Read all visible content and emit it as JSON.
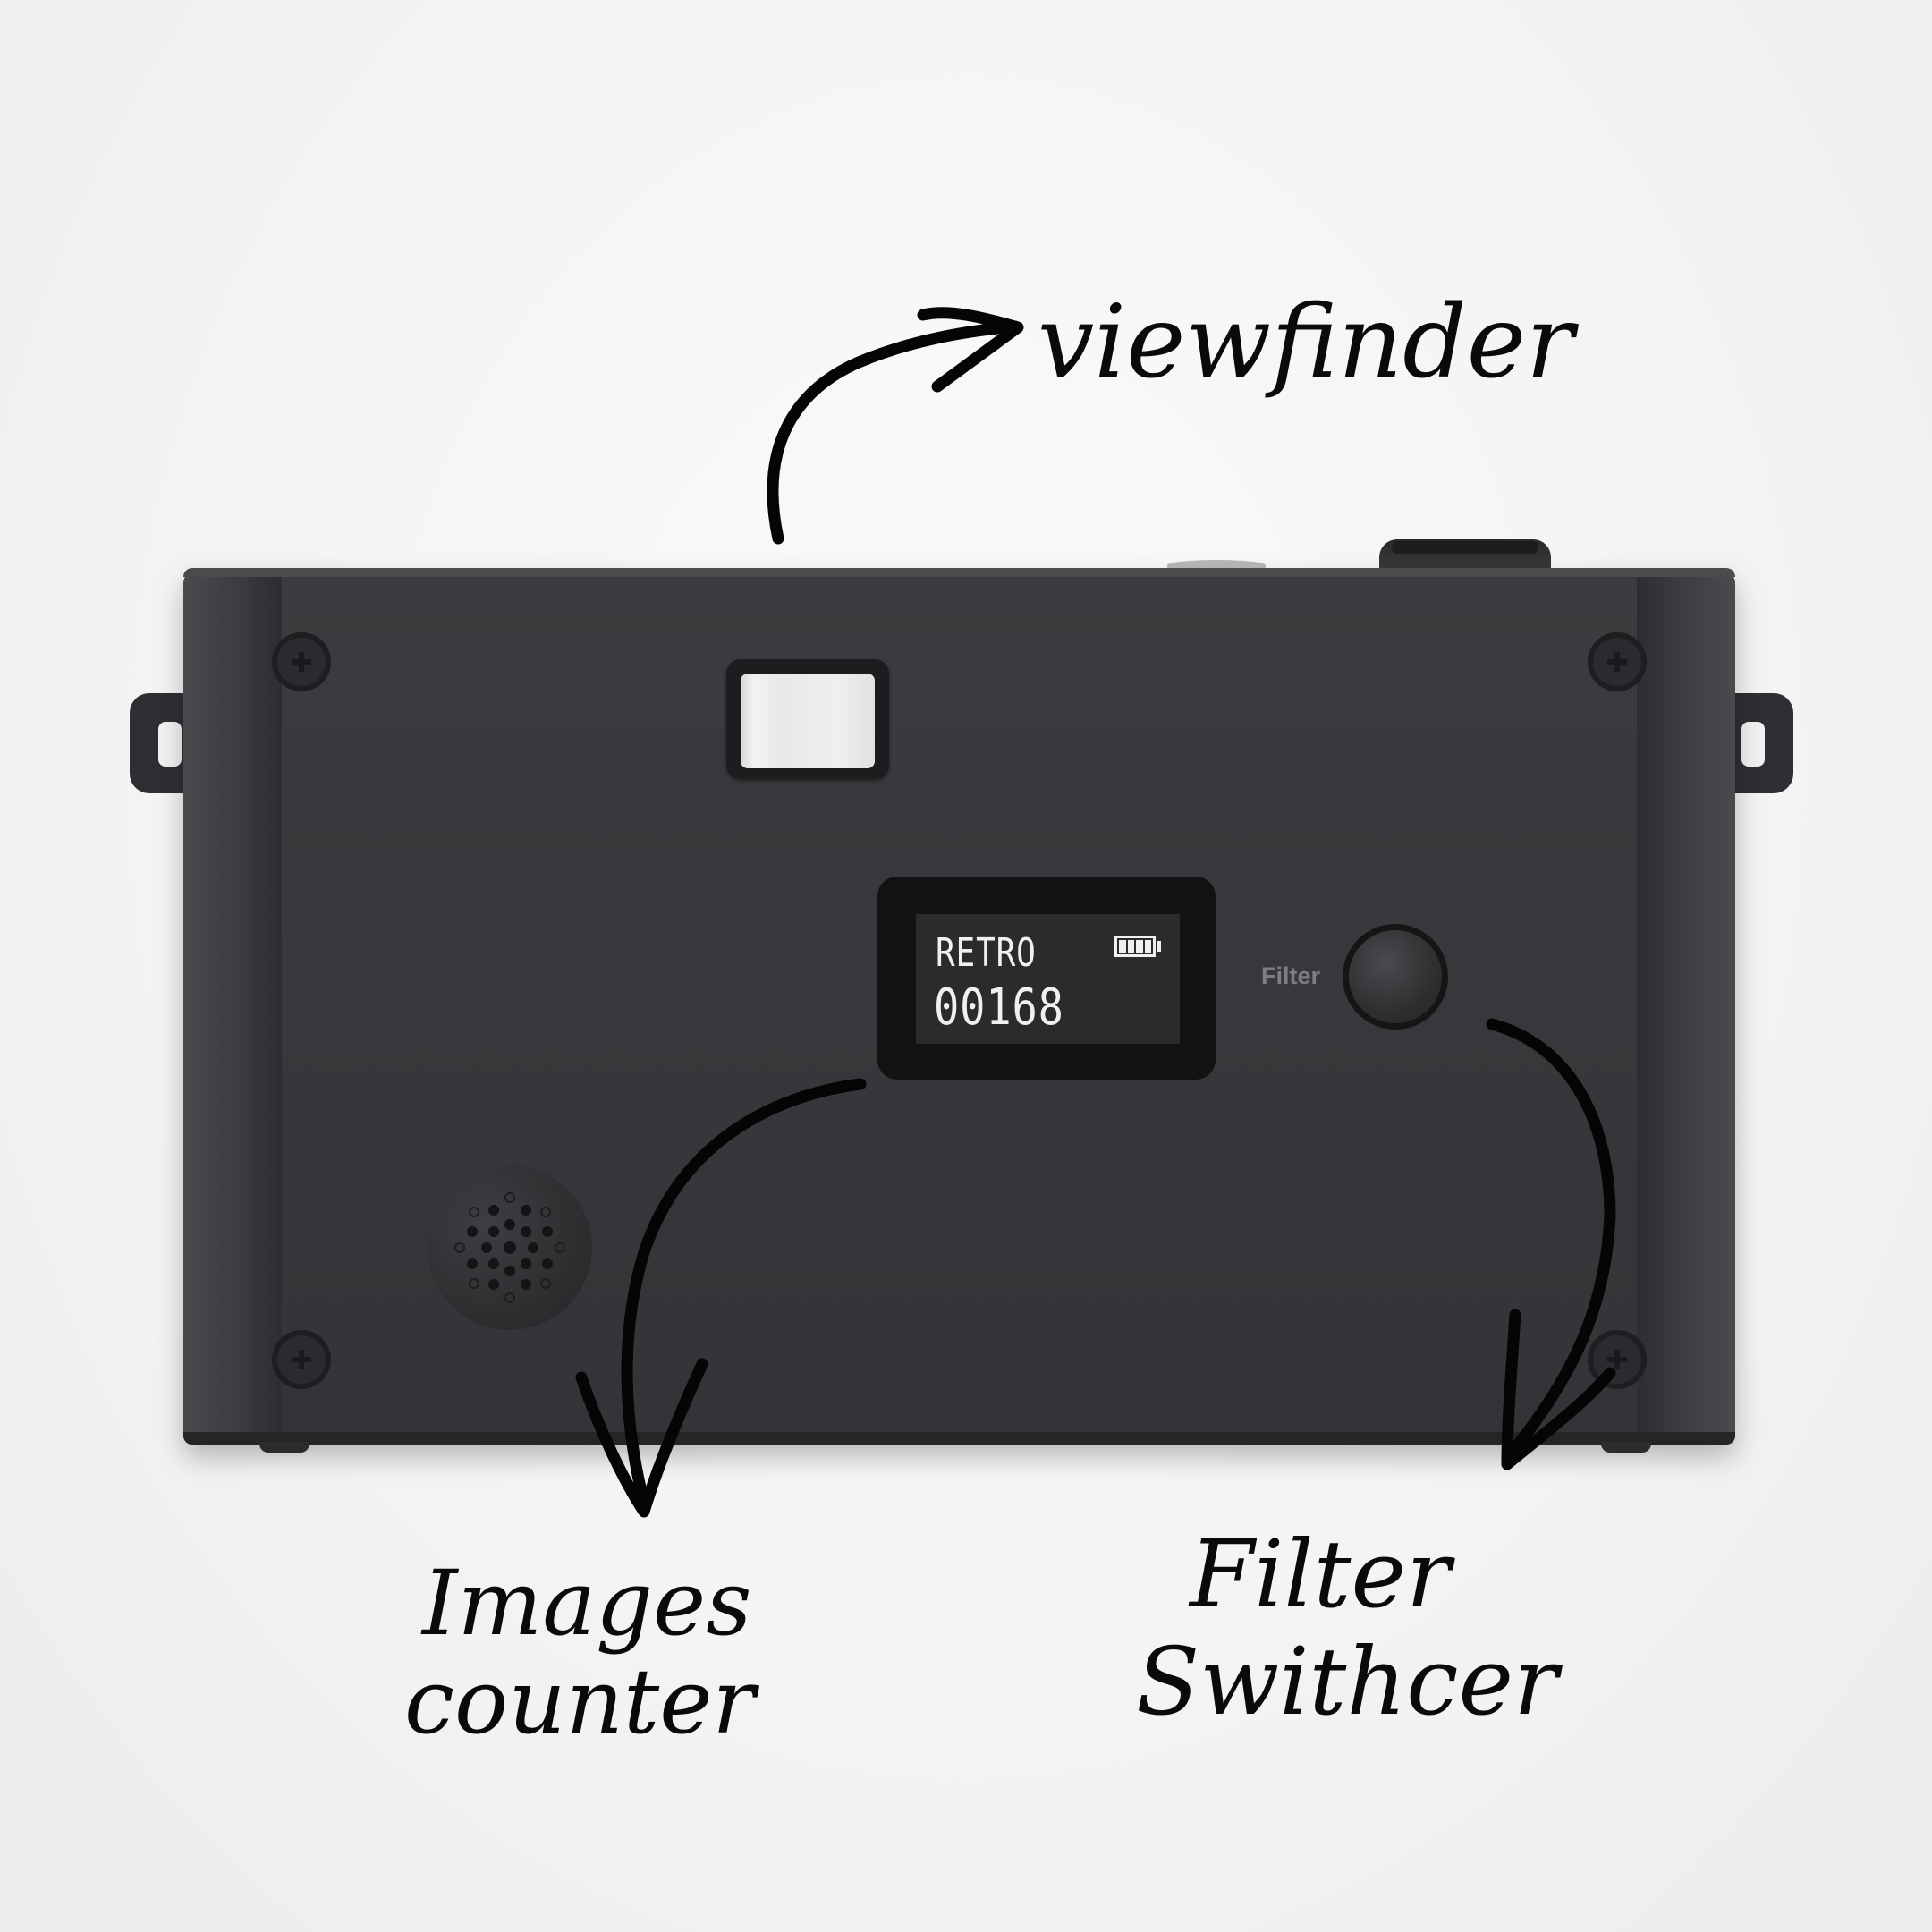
{
  "camera": {
    "display": {
      "mode": "RETRO",
      "counter": "00168",
      "battery_icon": "battery-full-icon",
      "battery_level": 4
    },
    "filter_button_label": "Filter",
    "colors": {
      "body": "#37383b",
      "display_screen": "#2a2b2d",
      "display_text": "#f0f0f0",
      "filter_label": "#7d7e80"
    }
  },
  "annotations": {
    "viewfinder": "viewfinder",
    "images_counter": [
      "Images",
      "counter"
    ],
    "filter_switcher": [
      "Filter",
      "Swithcer"
    ]
  }
}
